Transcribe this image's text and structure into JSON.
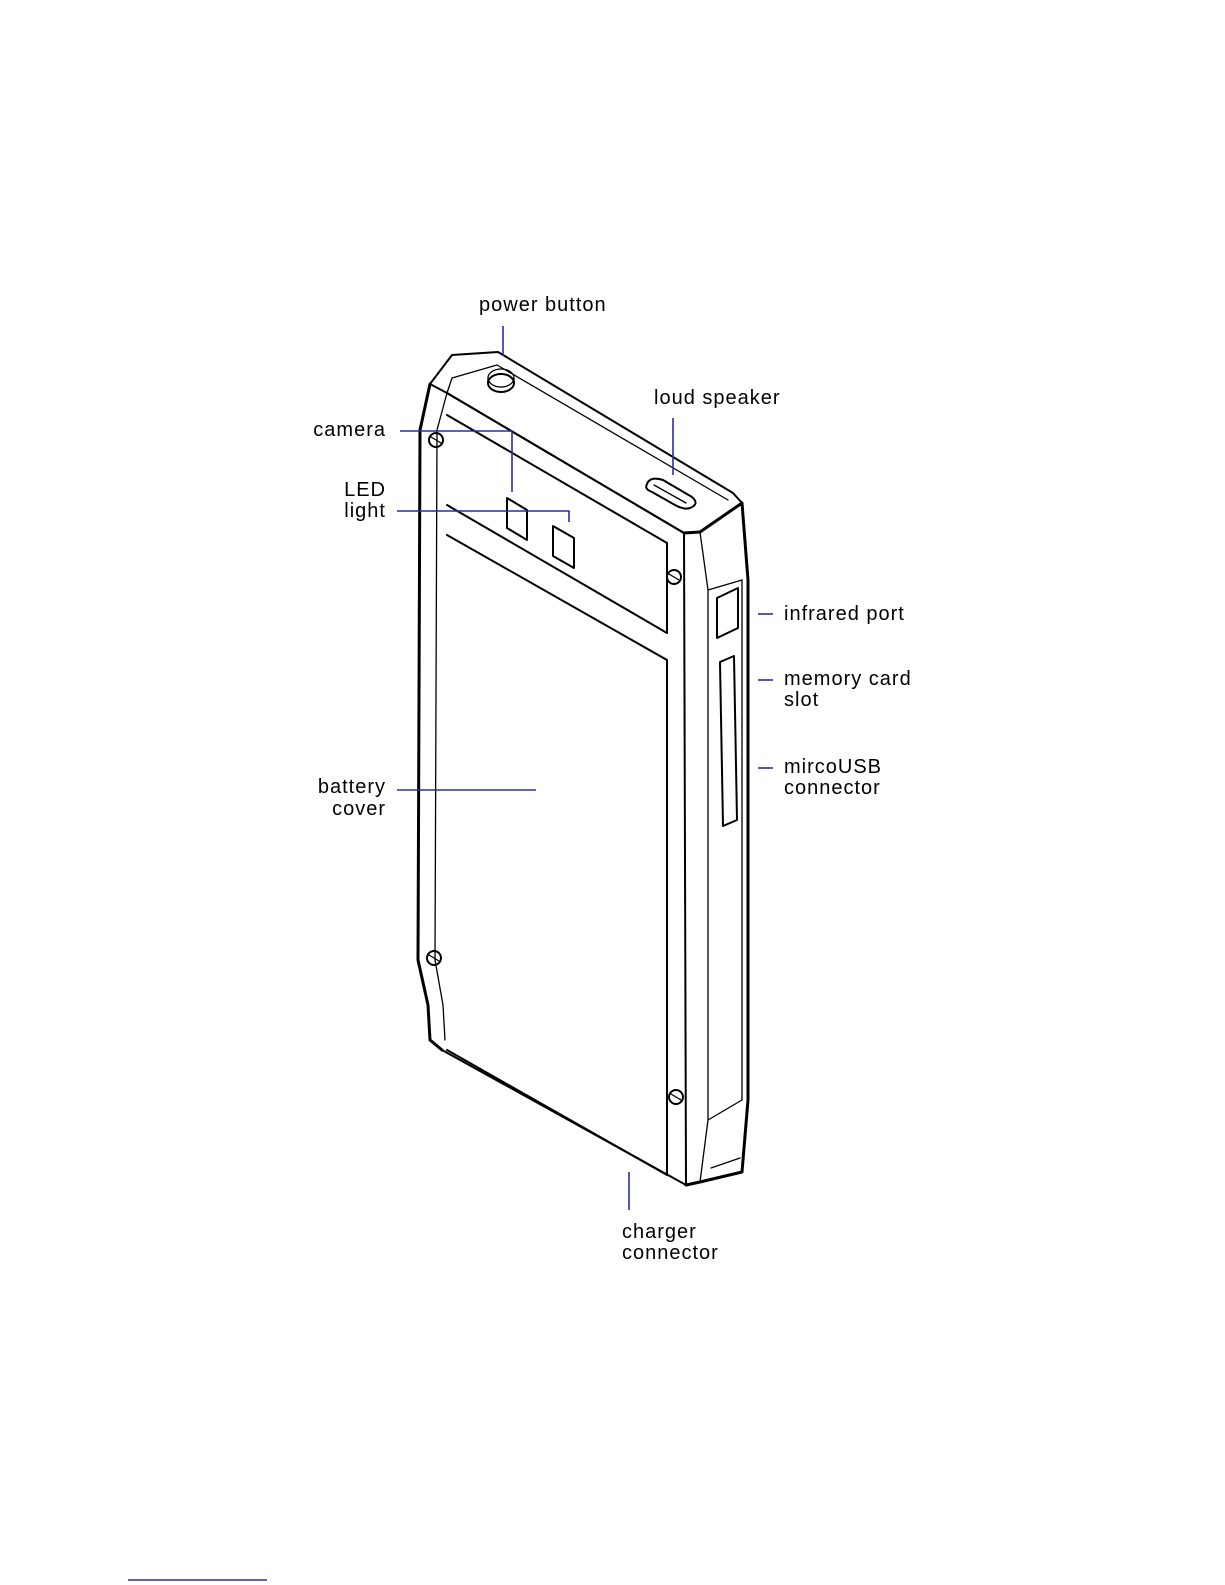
{
  "labels": {
    "power_button": "power button",
    "loud_speaker": "loud speaker",
    "camera": "camera",
    "led_line1": "LED",
    "led_line2": "light",
    "infrared_port": "infrared port",
    "memory_line1": "memory card",
    "memory_line2": "slot",
    "micro_usb_line1": "mircoUSB",
    "micro_usb_line2": "connector",
    "battery_line1": "battery",
    "battery_line2": "cover",
    "charger_line1": "charger",
    "charger_line2": "connector"
  },
  "colors": {
    "leader": "#2b2bb0",
    "outline": "#000000"
  }
}
